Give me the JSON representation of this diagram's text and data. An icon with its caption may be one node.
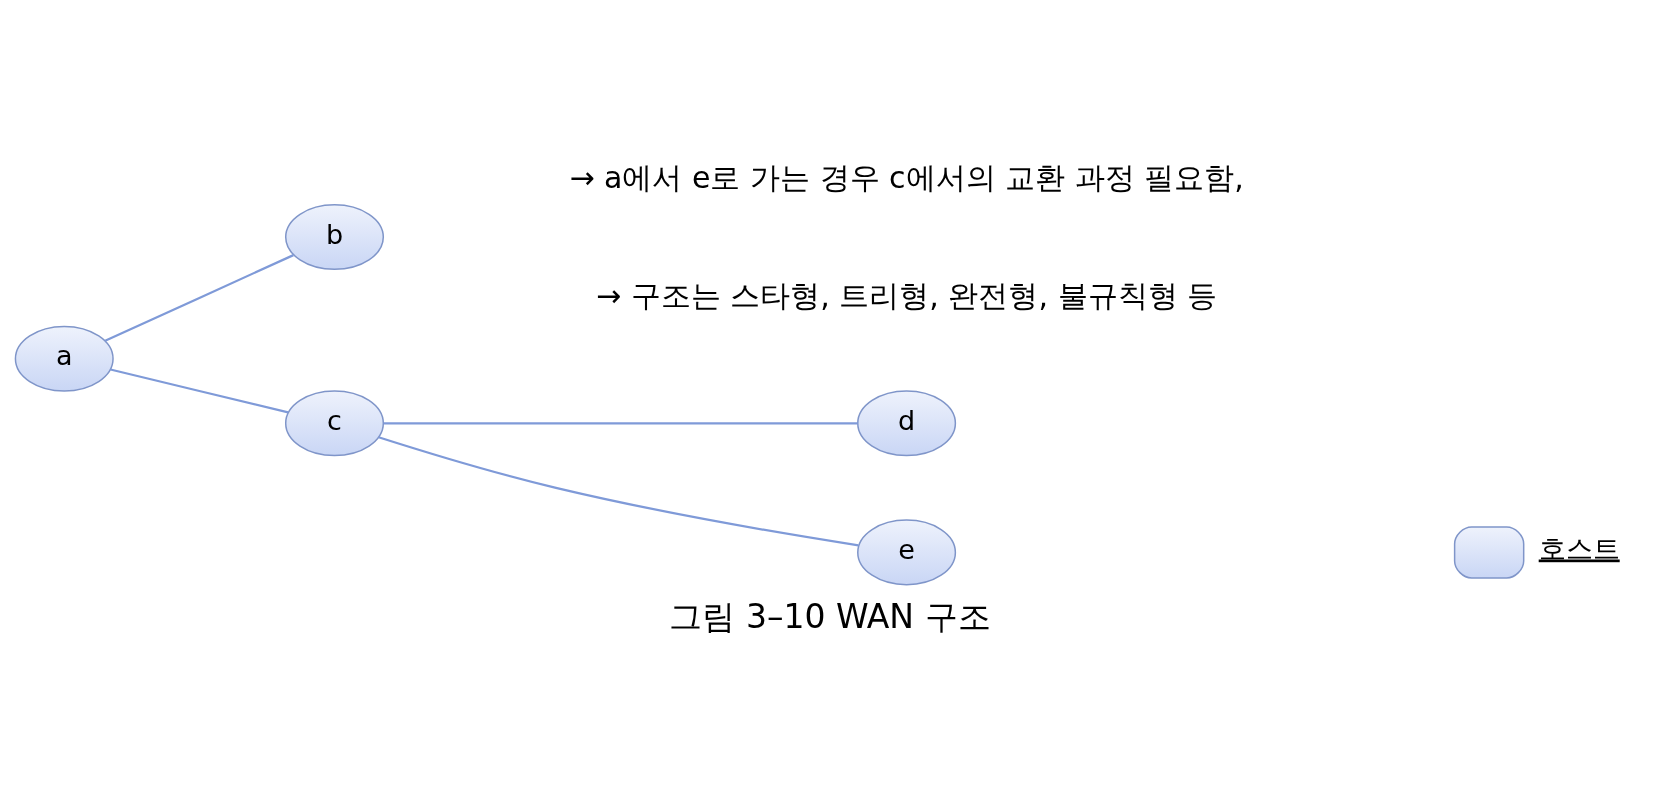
{
  "diagram": {
    "caption": "그림 3–10 WAN 구조",
    "nodes": [
      {
        "text": [
          "a"
        ]
      },
      {
        "text": [
          "b"
        ]
      },
      {
        "text": [
          "c"
        ]
      },
      {
        "text": [
          "d"
        ]
      },
      {
        "text": [
          "e"
        ]
      }
    ],
    "edges": [
      {
        "from": 0,
        "to": 2,
        "arrow": "none"
      },
      {
        "from": 0,
        "to": 1,
        "arrow": "none"
      },
      {
        "from": 2,
        "to": 3,
        "arrow": "none"
      },
      {
        "from": 2,
        "to": 4,
        "arrow": "none"
      }
    ],
    "labels": [
      "→ a에서 e로 가는 경우 c에서의 교환 과정 필요함,",
      "→ 구조는 스타형, 트리형, 완전형, 불규칙형 등"
    ],
    "legend": [
      {
        "text": "호스트"
      }
    ]
  }
}
